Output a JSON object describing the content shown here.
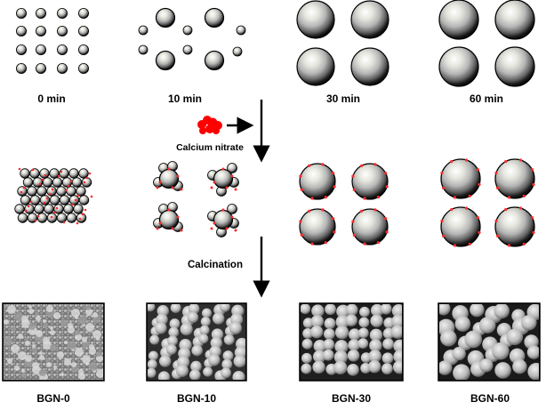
{
  "stages": [
    {
      "time_label": "0 min",
      "sample_label": "BGN-0"
    },
    {
      "time_label": "10 min",
      "sample_label": "BGN-10"
    },
    {
      "time_label": "30 min",
      "sample_label": "BGN-30"
    },
    {
      "time_label": "60 min",
      "sample_label": "BGN-60"
    }
  ],
  "step1": {
    "reagent_label": "Calcium nitrate",
    "reagent_color": "#ff0000"
  },
  "step2": {
    "process_label": "Calcination"
  },
  "colors": {
    "dopant_dot": "#ff2a2a",
    "sphere_dark": "#0a0a0a",
    "sphere_light": "#ffffff"
  }
}
